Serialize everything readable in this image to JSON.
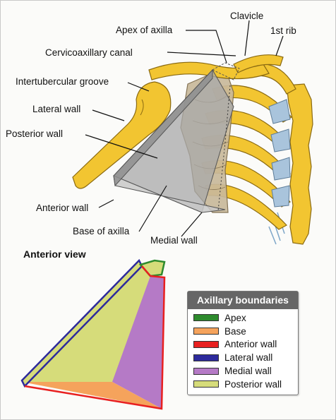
{
  "top_labels": {
    "apex_of_axilla": "Apex of axilla",
    "clavicle": "Clavicle",
    "first_rib": "1st rib",
    "cervicoaxillary_canal": "Cervicoaxillary canal",
    "intertubercular_groove": "Intertubercular groove",
    "lateral_wall": "Lateral wall",
    "posterior_wall": "Posterior wall",
    "anterior_wall": "Anterior wall",
    "base_of_axilla": "Base of axilla",
    "medial_wall": "Medial wall"
  },
  "view_caption": "Anterior view",
  "legend": {
    "title": "Axillary boundaries",
    "items": [
      {
        "label": "Apex",
        "color": "#2e8b2e"
      },
      {
        "label": "Base",
        "color": "#f5a35c"
      },
      {
        "label": "Anterior wall",
        "color": "#e82020"
      },
      {
        "label": "Lateral wall",
        "color": "#2d2a9c"
      },
      {
        "label": "Medial wall",
        "color": "#b57ac6"
      },
      {
        "label": "Posterior wall",
        "color": "#d6dc7a"
      }
    ]
  },
  "colors": {
    "bone": "#f2c531",
    "bone_outline": "#8a6a12",
    "cartilage": "#a9c4dc",
    "muscle": "#c9b99b",
    "axilla_wall": "#9a9a9a"
  }
}
